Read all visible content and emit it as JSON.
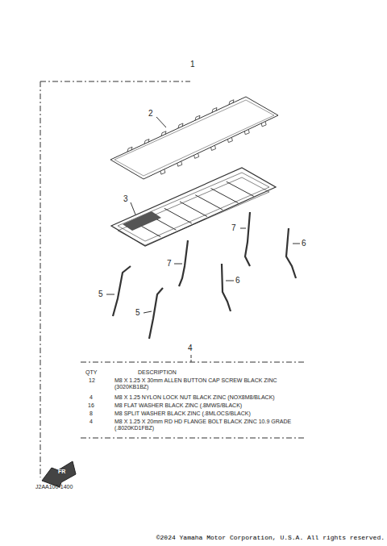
{
  "diagram": {
    "labels": [
      "1",
      "2",
      "3",
      "7",
      "6",
      "7",
      "6",
      "5",
      "5",
      "4",
      "QTY",
      "DESCRIPTION",
      "12",
      "M8 X 1.25 X 30mm ALLEN BUTTON CAP SCREW BLACK ZINC (3020KB1BZ)",
      "4",
      "M8 X 1.25 NYLON LOCK NUT BLACK ZINC (NOX8M8/BLACK)",
      "16",
      "M8 FLAT WASHER BLACK ZINC (.8MWS/BLACK)",
      "8",
      "M8 SPLIT WASHER BLACK ZINC (.8MLOCS/BLACK)",
      "4",
      "M8 X 1.25 X 20mm RD HD FLANGE BOLT BLACK ZINC 10.9 GRADE (.8020KD1FBZ)",
      "FR",
      "J2AA100-1400",
      "©2024 Yamaha Motor Corporation, U.S.A. All rights reserved."
    ]
  }
}
